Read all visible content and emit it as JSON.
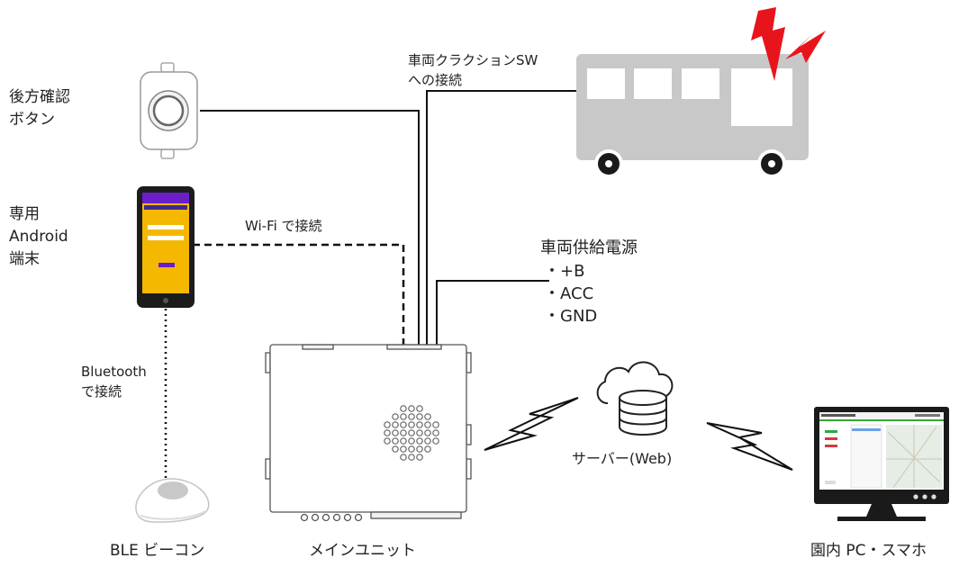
{
  "labels": {
    "rear_button": "後方確認\nボタン",
    "android": "専用\nAndroid\n端末",
    "bluetooth": "Bluetooth\nで接続",
    "wifi": "Wi-Fi で接続",
    "horn": "車両クラクションSW\nへの接続",
    "power_title": "車両供給電源",
    "power_b": "・+B",
    "power_acc": "・ACC",
    "power_gnd": "・GND",
    "server": "サーバー(Web)",
    "ble": "BLE ビーコン",
    "main_unit": "メインユニット",
    "pc": "園内 PC・スマホ"
  },
  "colors": {
    "line": "#111111",
    "bus_body": "#c8c8c8",
    "phone_screen": "#f5b800",
    "phone_header": "#6a1fc9",
    "alert": "#e8141c"
  }
}
